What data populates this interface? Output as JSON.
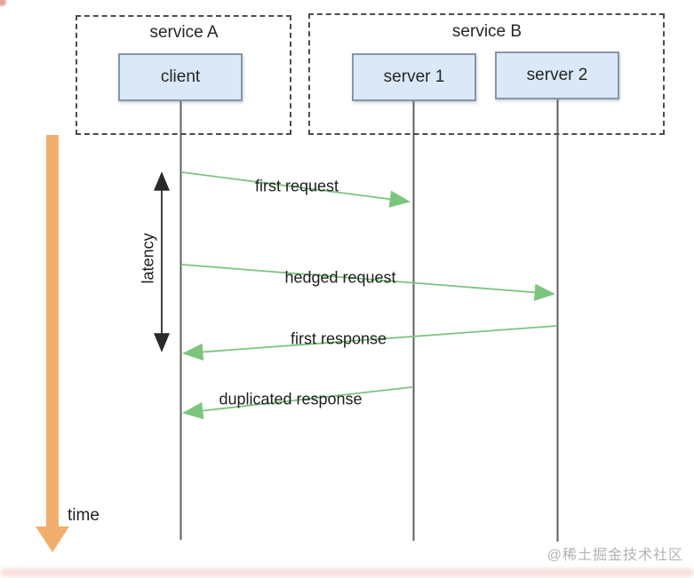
{
  "diagram": {
    "type": "sequence-diagram",
    "groups": [
      {
        "label": "service A"
      },
      {
        "label": "service B"
      }
    ],
    "actors": [
      {
        "label": "client",
        "group": "service A"
      },
      {
        "label": "server 1",
        "group": "service B"
      },
      {
        "label": "server 2",
        "group": "service B"
      }
    ],
    "messages": [
      {
        "label": "first request",
        "from": "client",
        "to": "server 1"
      },
      {
        "label": "hedged request",
        "from": "client",
        "to": "server 2"
      },
      {
        "label": "first response",
        "from": "server 2",
        "to": "client"
      },
      {
        "label": "duplicated response",
        "from": "server 1",
        "to": "client"
      }
    ],
    "annotations": {
      "latency": "latency",
      "time": "time"
    },
    "watermark": "@稀土掘金技术社区",
    "colors": {
      "actor_box_fill": "#dbe8f8",
      "actor_box_border": "#8695aa",
      "message_arrow_green": "#7cc57f",
      "time_arrow_orange": "#f1af6e",
      "latency_arrow_black": "#2a2a2a",
      "lifeline_gray": "#5f5f5f",
      "dashed_border": "#4c4c4c",
      "text": "#1e1e1e",
      "watermark_text": "#b3b3b3"
    }
  }
}
